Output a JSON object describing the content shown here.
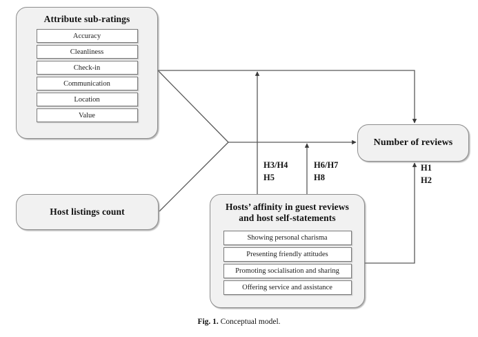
{
  "figure": {
    "caption_label": "Fig. 1.",
    "caption_text": "Conceptual model."
  },
  "nodes": {
    "attribute": {
      "title": "Attribute sub-ratings",
      "items": [
        "Accuracy",
        "Cleanliness",
        "Check-in",
        "Communication",
        "Location",
        "Value"
      ]
    },
    "host_listings": {
      "title": "Host listings count"
    },
    "hosts_affinity": {
      "title": "Hosts’ affinity in guest reviews and host self-statements",
      "title_line1": "Hosts’ affinity in guest reviews",
      "title_line2": "and host self-statements",
      "items": [
        "Showing personal charisma",
        "Presenting friendly attitudes",
        "Promoting socialisation and sharing",
        "Offering service and assistance"
      ]
    },
    "reviews": {
      "title": "Number of reviews"
    }
  },
  "hypotheses": [
    {
      "id": "h345",
      "line1": "H3/H4",
      "line2": "H5",
      "text": "H3/H4\nH5"
    },
    {
      "id": "h678",
      "line1": "H6/H7",
      "line2": "H8",
      "text": "H6/H7\nH8"
    },
    {
      "id": "h12",
      "line1": "H1",
      "line2": "H2",
      "text": "H1\nH2"
    }
  ],
  "style": {
    "node_fill": "#f1f1f1",
    "node_border": "#8c8c8c",
    "item_fill": "#ffffff",
    "item_border": "#7a7a7a",
    "connector_color": "#595959",
    "text_color": "#111111",
    "background": "#ffffff"
  },
  "connectors": [
    {
      "name": "attribute-to-reviews-top",
      "from": "attribute",
      "to": "reviews",
      "arrowhead": true
    },
    {
      "name": "attribute-to-junction",
      "from": "attribute",
      "to": "junction",
      "arrowhead": false
    },
    {
      "name": "host-listings-to-junction",
      "from": "host_listings",
      "to": "junction",
      "arrowhead": false
    },
    {
      "name": "junction-to-reviews",
      "from": "junction",
      "to": "reviews",
      "arrowhead": true
    },
    {
      "name": "hosts-affinity-to-top-path",
      "from": "hosts_affinity",
      "to": "attribute-path",
      "arrowhead": true
    },
    {
      "name": "hosts-affinity-to-junction-path",
      "from": "hosts_affinity",
      "to": "junction-path",
      "arrowhead": true
    },
    {
      "name": "hosts-affinity-to-reviews-bottom",
      "from": "hosts_affinity",
      "to": "reviews",
      "arrowhead": true
    }
  ]
}
